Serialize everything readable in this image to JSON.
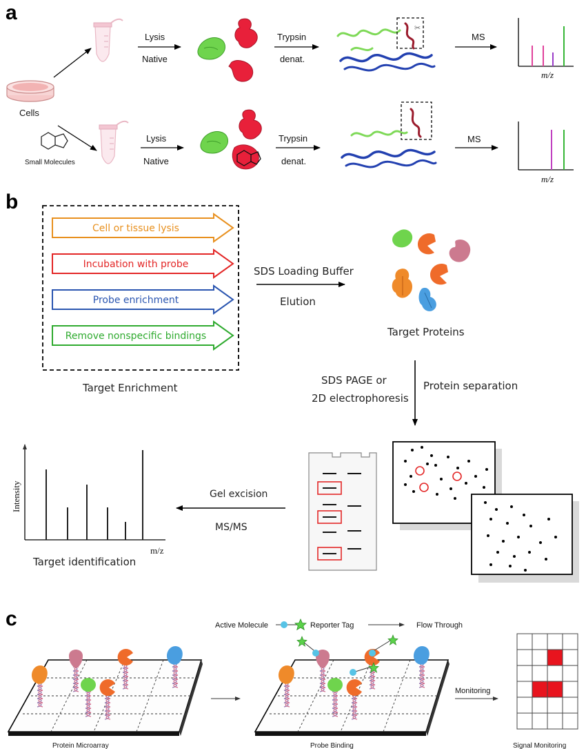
{
  "panel_a": {
    "label": "a",
    "cells_label": "Cells",
    "small_molecules_label": "Small Molecules",
    "row1": {
      "lysis": "Lysis",
      "native": "Native",
      "trypsin": "Trypsin",
      "denat": "denat.",
      "ms": "MS",
      "mz": "m/z"
    },
    "row2": {
      "lysis": "Lysis",
      "native": "Native",
      "trypsin": "Trypsin",
      "denat": "denat.",
      "ms": "MS",
      "mz": "m/z"
    }
  },
  "panel_b": {
    "label": "b",
    "steps": [
      {
        "label": "Cell or tissue lysis",
        "color": "#e8901e"
      },
      {
        "label": "Incubation with probe",
        "color": "#e32626"
      },
      {
        "label": "Probe enrichment",
        "color": "#2a55b0"
      },
      {
        "label": "Remove nonspecific bindings",
        "color": "#2eaa2e"
      }
    ],
    "enrichment_caption": "Target Enrichment",
    "arrow_top": "SDS Loading Buffer",
    "arrow_bottom": "Elution",
    "target_proteins": "Target Proteins",
    "sds_page_line1": "SDS PAGE or",
    "sds_page_line2": "2D electrophoresis",
    "protein_separation": "Protein separation",
    "gel_excision": "Gel excision",
    "msms": "MS/MS",
    "intensity": "Intensity",
    "mz": "m/z",
    "target_identification": "Target identification"
  },
  "panel_c": {
    "label": "c",
    "active_molecule": "Active Molecule",
    "reporter_tag": "Reporter Tag",
    "flow_through": "Flow Through",
    "monitoring": "Monitoring",
    "protein_microarray": "Protein Microarray",
    "probe_binding": "Probe Binding",
    "signal_monitoring": "Signal Monitoring"
  },
  "colors": {
    "orange": "#e8901e",
    "red": "#e32626",
    "blue": "#2a55b0",
    "green": "#2eaa2e",
    "protein_green": "#6fd44d",
    "protein_red": "#e8203a",
    "protein_orange": "#ef6b2a",
    "protein_pink": "#cc7a8f",
    "protein_blue": "#4a9ee0"
  }
}
